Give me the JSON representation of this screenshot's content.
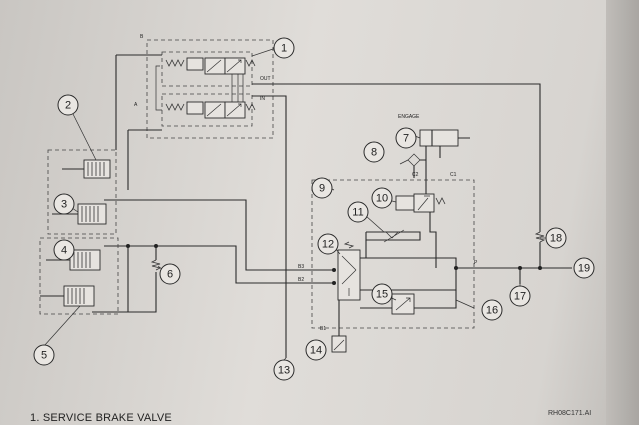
{
  "diagram": {
    "callouts": [
      "1",
      "2",
      "3",
      "4",
      "5",
      "6",
      "7",
      "8",
      "9",
      "10",
      "11",
      "12",
      "13",
      "14",
      "15",
      "16",
      "17",
      "18",
      "19"
    ],
    "port_labels": {
      "B": "B",
      "A": "A",
      "OUT": "OUT",
      "IN": "IN",
      "ENGAGE": "ENGAGE",
      "C2": "C2",
      "C1": "C1",
      "B3": "B3",
      "B2": "B2",
      "B1": "B1",
      "P": "P"
    }
  },
  "footer": {
    "caption": "1. SERVICE BRAKE VALVE",
    "drawing_code": "RH08C171.AI"
  }
}
